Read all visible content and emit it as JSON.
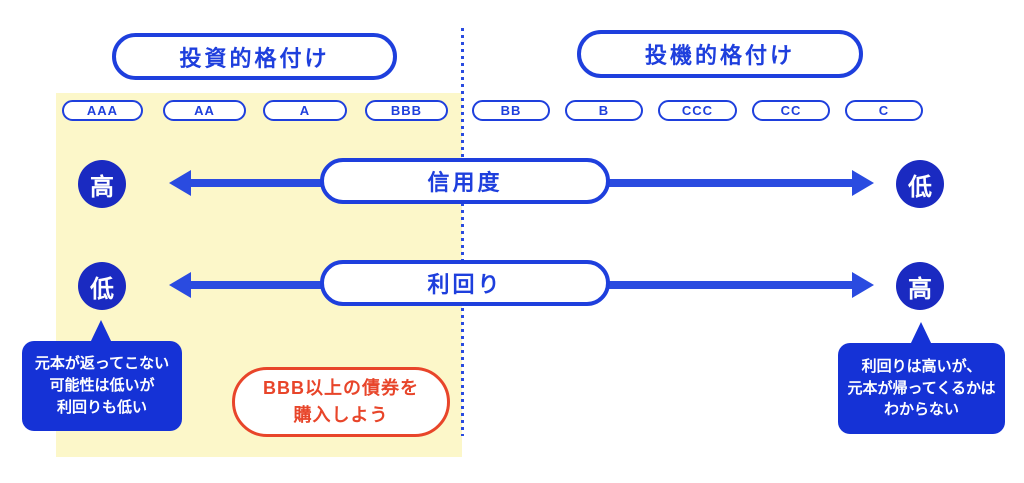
{
  "colors": {
    "accent_blue": "#1e3fdd",
    "arrow_blue": "#2a4be0",
    "circle_blue": "#1a2ac1",
    "bubble_blue": "#1532d6",
    "red": "#e8452a",
    "yellow_bg": "#fcf7c9"
  },
  "headers": {
    "investment": "投資的格付け",
    "speculative": "投機的格付け"
  },
  "ratings": [
    "AAA",
    "AA",
    "A",
    "BBB",
    "BB",
    "B",
    "CCC",
    "CC",
    "C"
  ],
  "rows": [
    {
      "label": "信用度",
      "left_circle": "高",
      "right_circle": "低"
    },
    {
      "label": "利回り",
      "left_circle": "低",
      "right_circle": "高"
    }
  ],
  "callouts": {
    "left": {
      "line1": "元本が返ってこない",
      "line2": "可能性は低いが",
      "line3": "利回りも低い"
    },
    "center": {
      "line1": "BBB以上の債券を",
      "line2": "購入しよう"
    },
    "right": {
      "line1": "利回りは高いが、",
      "line2": "元本が帰ってくるかは",
      "line3": "わからない"
    }
  }
}
